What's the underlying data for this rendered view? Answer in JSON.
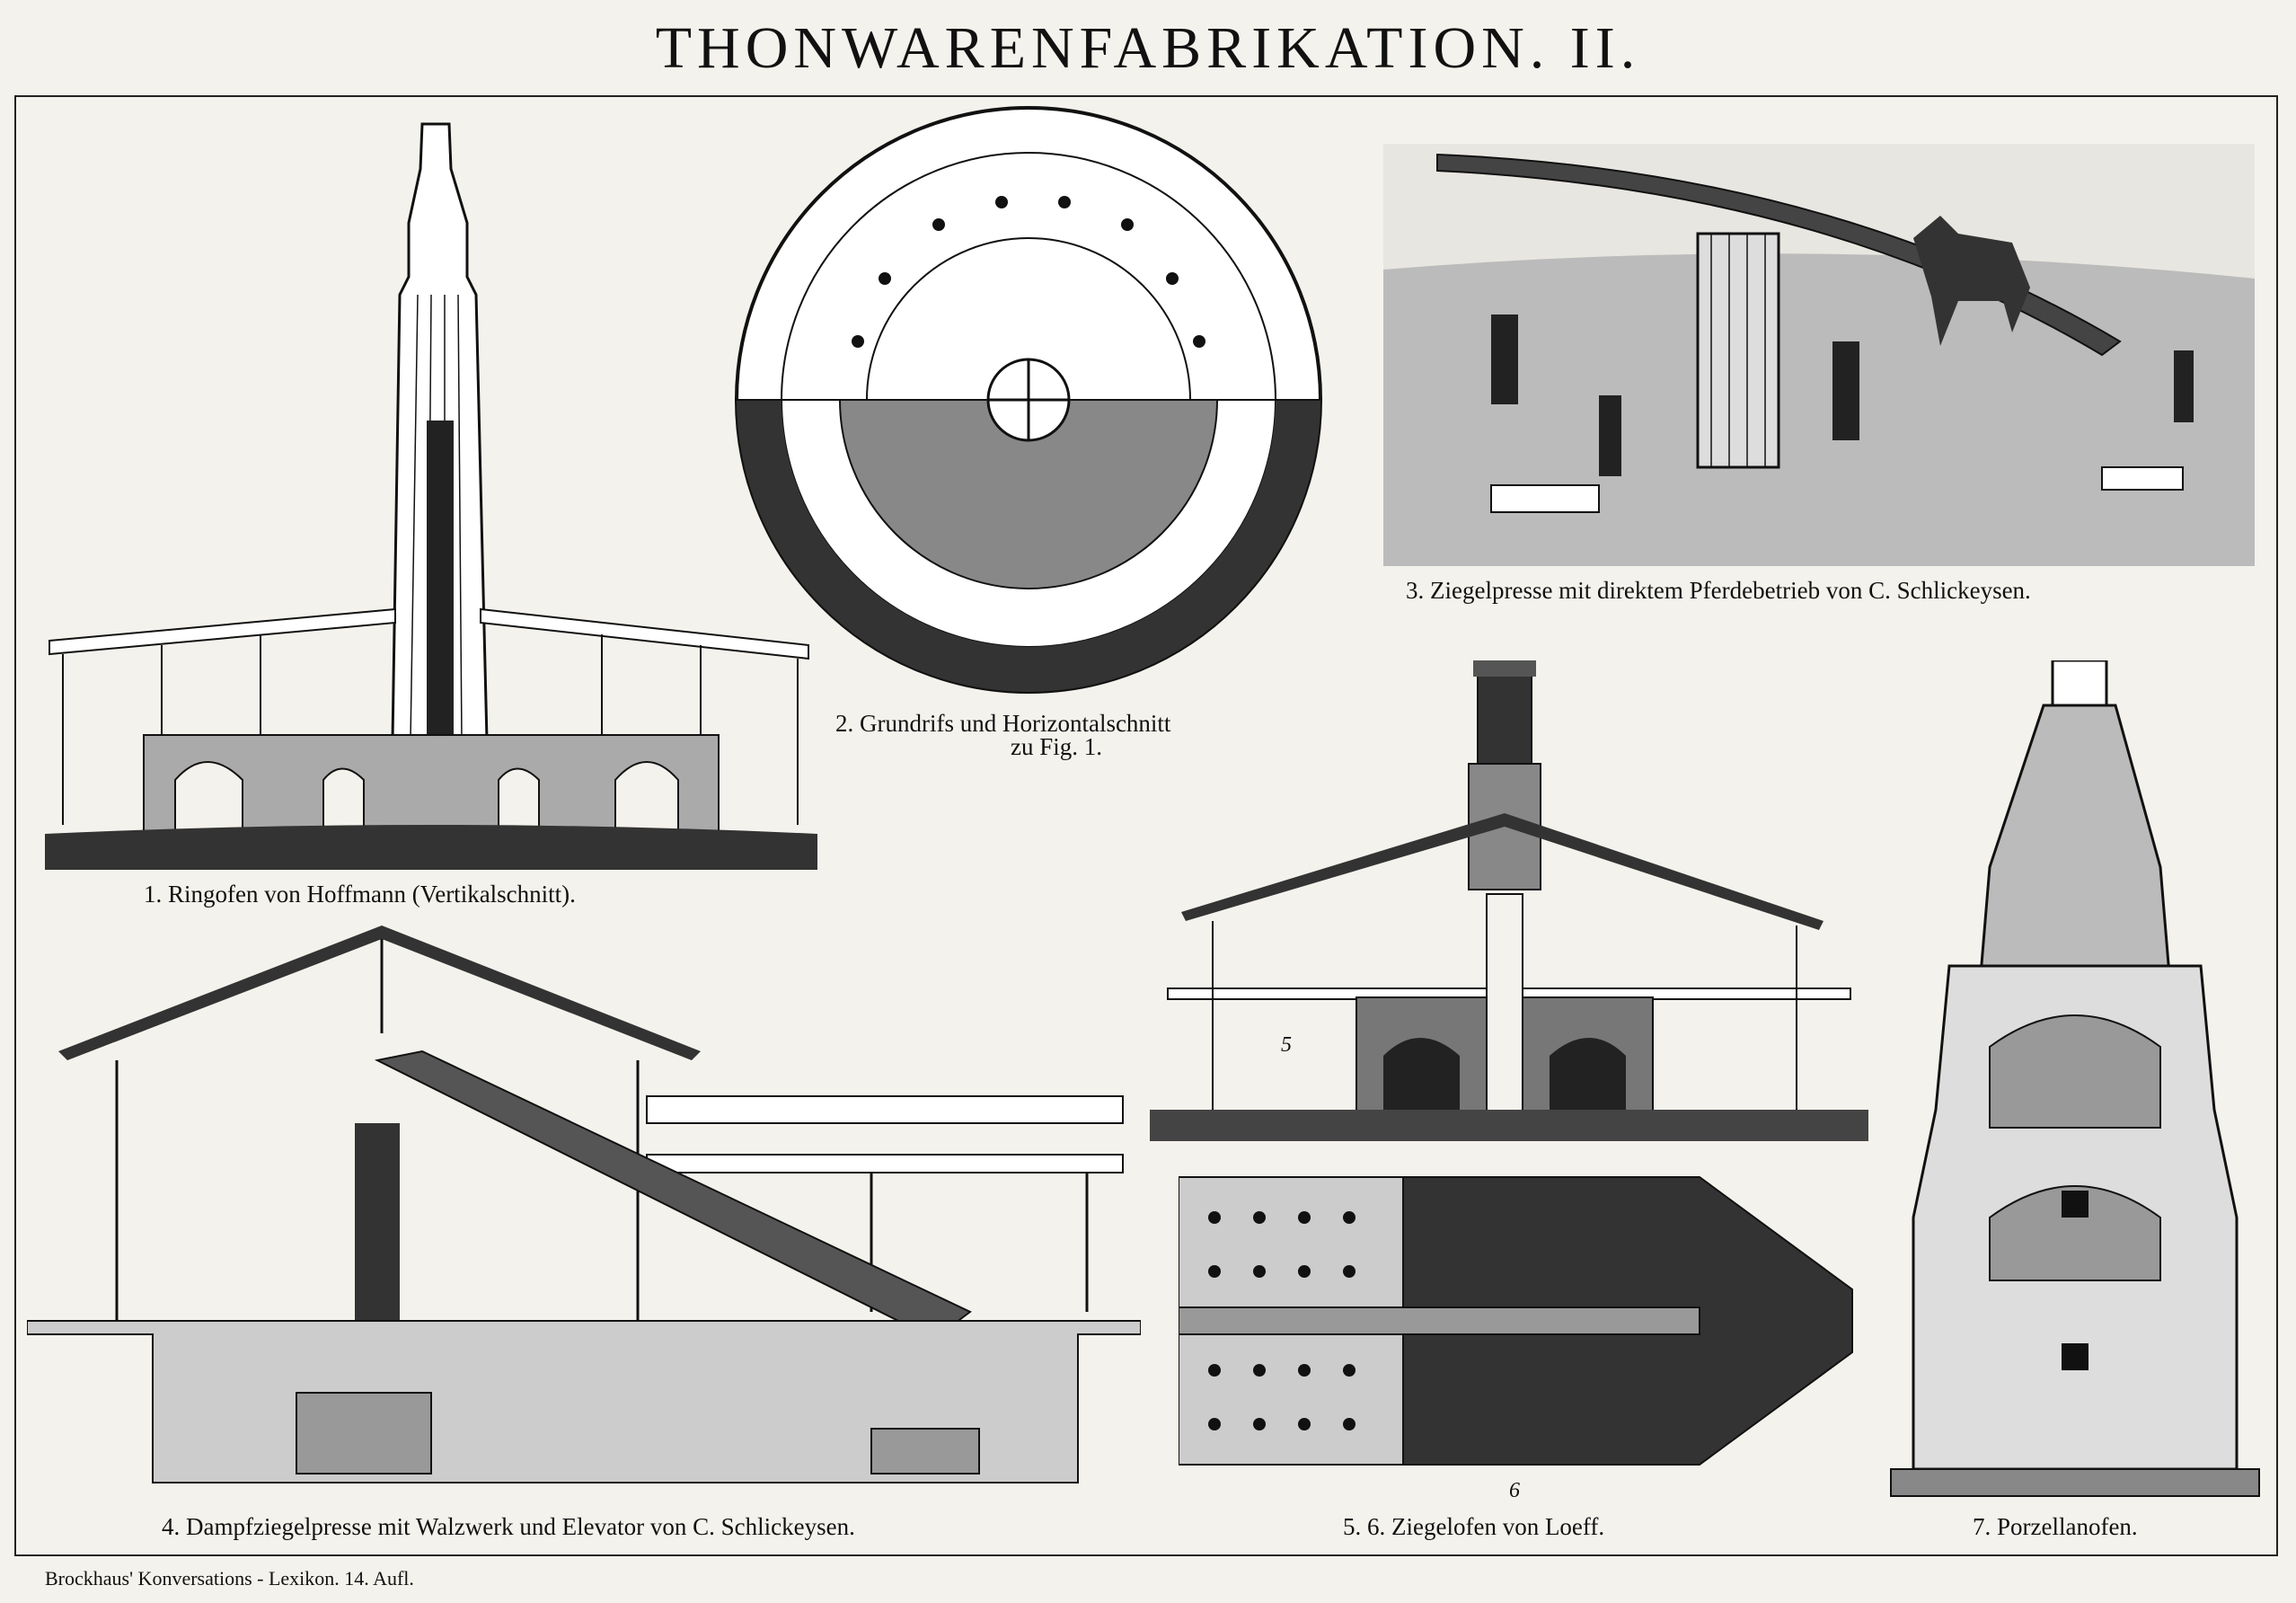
{
  "page": {
    "title": "THONWARENFABRIKATION. II.",
    "footer": "Brockhaus' Konversations - Lexikon.   14. Aufl."
  },
  "figures": [
    {
      "id": 1,
      "caption": "1. Ringofen von Hoffmann (Vertikalschnitt).",
      "subject": "hoffmann-ring-kiln-vertical-section"
    },
    {
      "id": 2,
      "caption_line1": "2. Grundrifs und Horizontalschnitt",
      "caption_line2": "zu Fig. 1.",
      "subject": "ring-kiln-plan-and-horizontal-section"
    },
    {
      "id": 3,
      "caption": "3. Ziegelpresse mit direktem Pferdebetrieb von C. Schlickeysen.",
      "subject": "horse-driven-brick-press"
    },
    {
      "id": 4,
      "caption": "4. Dampfziegelpresse mit Walzwerk und Elevator von C. Schlickeysen.",
      "subject": "steam-brick-press-with-elevator"
    },
    {
      "id": 5,
      "label": "5",
      "subject": "loeff-kiln-section"
    },
    {
      "id": 6,
      "label": "6",
      "caption": "5. 6. Ziegelofen von Loeff.",
      "subject": "loeff-kiln-plan"
    },
    {
      "id": 7,
      "caption": "7. Porzellanofen.",
      "subject": "porcelain-kiln"
    }
  ],
  "colors": {
    "paper": "#f4f2ec",
    "ink": "#111111",
    "shade": "#555555"
  }
}
